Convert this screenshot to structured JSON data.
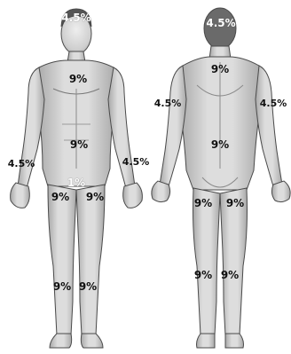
{
  "front": {
    "head": "4.5%",
    "chest": "9%",
    "abdomen": "9%",
    "arm_right": "4.5%",
    "arm_left": "4.5%",
    "genitals": "1%",
    "thigh_right": "9%",
    "thigh_left": "9%",
    "leg_right": "9%",
    "leg_left": "9%"
  },
  "back": {
    "head": "4.5%",
    "upper_back": "9%",
    "arm_left": "4.5%",
    "arm_right": "4.5%",
    "lower_back": "9%",
    "thigh_left": "9%",
    "thigh_right": "9%",
    "leg_left": "9%",
    "leg_right": "9%"
  },
  "colors": {
    "skin_light": "#e4e4e4",
    "skin_mid": "#c9c9c9",
    "skin_dark": "#8a8a8a",
    "outline": "#4a4a4a",
    "label": "#111111"
  }
}
